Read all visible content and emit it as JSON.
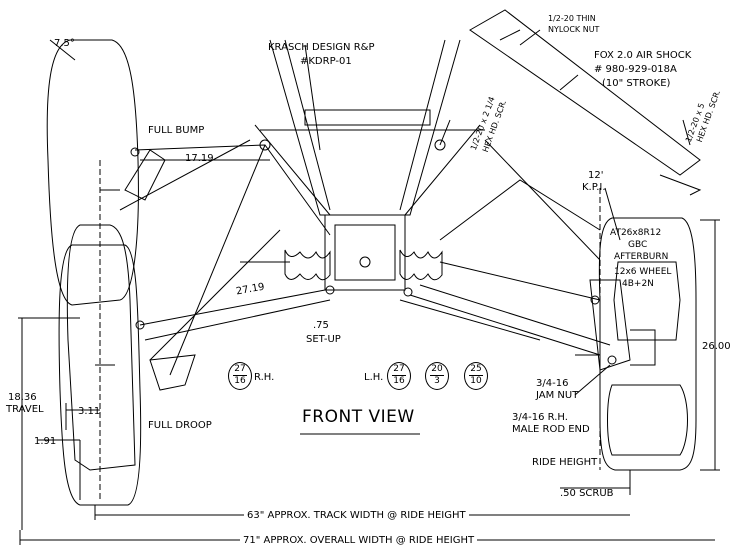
{
  "title": "FRONT VIEW",
  "designer": "KRASCH DESIGN R&P",
  "part_number": "#KDRP-01",
  "labels": {
    "camber": "7.5°",
    "full_bump": "FULL BUMP",
    "full_droop": "FULL DROOP",
    "upper_arm_length": "17.19",
    "lower_arm_length": "27.19",
    "setup_value": ".75",
    "setup_label": "SET-UP",
    "travel_value": "18.36",
    "travel_label": "TRAVEL",
    "dim_311": "3.11",
    "dim_191": "1.91",
    "rh": "R.H.",
    "lh": "L.H.",
    "thin_nut": "1/2-20 THIN",
    "thin_nut_2": "NYLOCK NUT",
    "shock_1": "FOX 2.0 AIR SHOCK",
    "shock_2": "# 980-929-018A",
    "shock_3": "(10\" STROKE)",
    "bolt_a": "1/2-20 x 2 1/4",
    "bolt_a2": "HEX HD. SCR.",
    "bolt_b": "1/2-20 x 5",
    "bolt_b2": "HEX HD. SCR.",
    "kpi_value": "12'",
    "kpi_label": "K.P.I.",
    "tire_1": "AT26x8R12",
    "tire_2": "GBC",
    "tire_3": "AFTERBURN",
    "wheel_1": "12x6 WHEEL",
    "wheel_2": "4B+2N",
    "height": "26.00",
    "jam_nut_1": "3/4-16",
    "jam_nut_2": "JAM NUT",
    "rod_end_1": "3/4-16 R.H.",
    "rod_end_2": "MALE ROD END",
    "ride_height": "RIDE HEIGHT",
    "scrub": ".50 SCRUB",
    "track": "63\" APPROX. TRACK WIDTH @ RIDE HEIGHT",
    "overall": "71\" APPROX. OVERALL WIDTH @ RIDE HEIGHT"
  },
  "callouts": [
    {
      "top": "27",
      "bottom": "16"
    },
    {
      "top": "27",
      "bottom": "16"
    },
    {
      "top": "20",
      "bottom": "3"
    },
    {
      "top": "25",
      "bottom": "10"
    }
  ]
}
